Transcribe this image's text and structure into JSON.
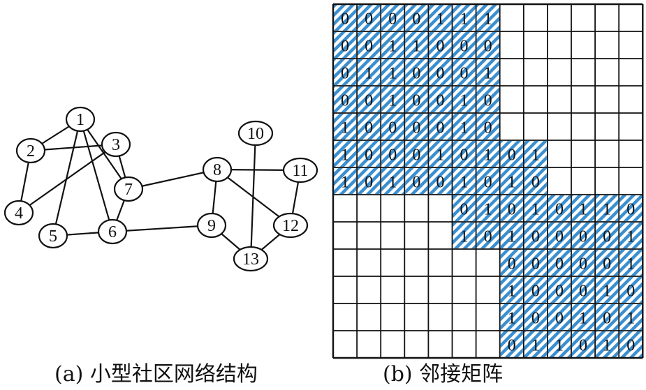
{
  "captions": {
    "graph": "(a) 小型社区网络结构",
    "matrix": "(b) 邻接矩阵"
  },
  "graph": {
    "nodes": [
      {
        "id": "1",
        "label": "1"
      },
      {
        "id": "2",
        "label": "2"
      },
      {
        "id": "3",
        "label": "3"
      },
      {
        "id": "4",
        "label": "4"
      },
      {
        "id": "5",
        "label": "5"
      },
      {
        "id": "6",
        "label": "6"
      },
      {
        "id": "7",
        "label": "7"
      },
      {
        "id": "8",
        "label": "8"
      },
      {
        "id": "9",
        "label": "9"
      },
      {
        "id": "10",
        "label": "10"
      },
      {
        "id": "11",
        "label": "11"
      },
      {
        "id": "12",
        "label": "12"
      },
      {
        "id": "13",
        "label": "13"
      }
    ],
    "edges": [
      [
        "1",
        "5"
      ],
      [
        "1",
        "6"
      ],
      [
        "1",
        "7"
      ],
      [
        "1",
        "2"
      ],
      [
        "2",
        "4"
      ],
      [
        "3",
        "4"
      ],
      [
        "3",
        "7"
      ],
      [
        "3",
        "2"
      ],
      [
        "5",
        "6"
      ],
      [
        "6",
        "7"
      ],
      [
        "6",
        "9"
      ],
      [
        "7",
        "8"
      ],
      [
        "8",
        "9"
      ],
      [
        "8",
        "11"
      ],
      [
        "8",
        "12"
      ],
      [
        "9",
        "13"
      ],
      [
        "10",
        "13"
      ],
      [
        "11",
        "12"
      ],
      [
        "12",
        "13"
      ]
    ]
  },
  "matrix": {
    "size": 13,
    "rows": [
      {
        "start": 0,
        "values": [
          "0",
          "0",
          "0",
          "0",
          "1",
          "1",
          "1"
        ]
      },
      {
        "start": 0,
        "values": [
          "0",
          "0",
          "1",
          "1",
          "0",
          "0",
          "0"
        ]
      },
      {
        "start": 0,
        "values": [
          "0",
          "1",
          "1",
          "0",
          "0",
          "0",
          "1"
        ]
      },
      {
        "start": 0,
        "values": [
          "0",
          "0",
          "1",
          "0",
          "0",
          "1",
          "0"
        ]
      },
      {
        "start": 0,
        "values": [
          "1",
          "0",
          "0",
          "0",
          "0",
          "1",
          "0"
        ]
      },
      {
        "start": 0,
        "values": [
          "1",
          "0",
          "0",
          "0",
          "1",
          "0",
          "1",
          "0",
          "1"
        ]
      },
      {
        "start": 0,
        "values": [
          "1",
          "0",
          "1",
          "0",
          "0",
          "1",
          "0",
          "1",
          "0"
        ]
      },
      {
        "start": 5,
        "values": [
          "0",
          "1",
          "0",
          "1",
          "0",
          "1",
          "1",
          "0"
        ]
      },
      {
        "start": 5,
        "values": [
          "1",
          "0",
          "1",
          "0",
          "0",
          "0",
          "0",
          "1"
        ]
      },
      {
        "start": 7,
        "values": [
          "0",
          "0",
          "0",
          "0",
          "0",
          "1"
        ]
      },
      {
        "start": 7,
        "values": [
          "1",
          "0",
          "0",
          "0",
          "1",
          "0"
        ]
      },
      {
        "start": 7,
        "values": [
          "1",
          "0",
          "0",
          "1",
          "0",
          "1"
        ]
      },
      {
        "start": 7,
        "values": [
          "0",
          "1",
          "1",
          "0",
          "1",
          "0"
        ]
      }
    ],
    "hatch_color": "#3a8fd0"
  }
}
